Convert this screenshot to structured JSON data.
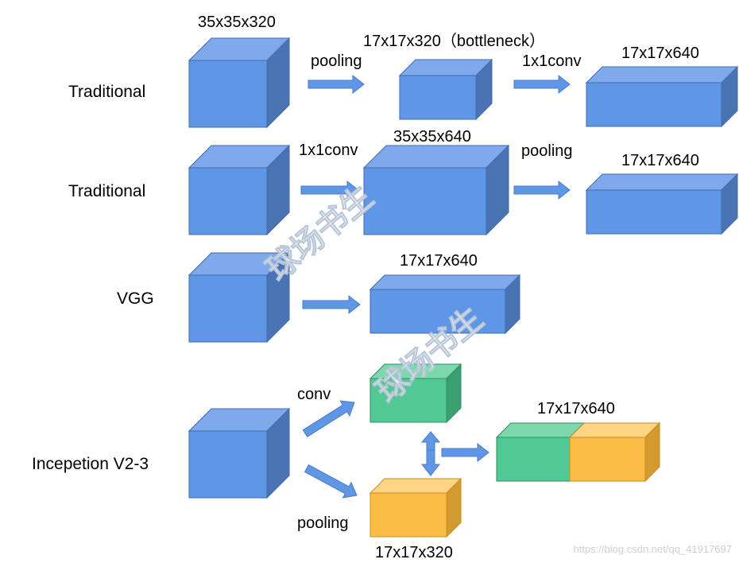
{
  "rows": [
    {
      "label": "Traditional"
    },
    {
      "label": "Traditional"
    },
    {
      "label": "VGG"
    },
    {
      "label": "Incepetion V2-3"
    }
  ],
  "labels": {
    "r1_input": "35x35x320",
    "r1_pool": "pooling",
    "r1_bottleneck": "17x17x320（bottleneck）",
    "r1_conv": "1x1conv",
    "r1_out": "17x17x640",
    "r2_conv": "1x1conv",
    "r2_mid": "35x35x640",
    "r2_pool": "pooling",
    "r2_out": "17x17x640",
    "r3_out": "17x17x640",
    "r4_conv": "conv",
    "r4_pool": "pooling",
    "r4_out": "17x17x640",
    "r4_pool_out": "17x17x320"
  },
  "watermark": "球场书生",
  "credit": "https://blog.csdn.net/qq_41917697",
  "colors": {
    "blue_front": "#5f96e6",
    "blue_top": "#7fa9ea",
    "blue_side": "#4a73b4",
    "blue_stroke": "#3f6cb3",
    "green_front": "#52c995",
    "green_top": "#7ed8ae",
    "green_side": "#3aa06f",
    "green_stroke": "#2f8f60",
    "orange_front": "#fbbd46",
    "orange_top": "#fdd585",
    "orange_side": "#d39a30",
    "orange_stroke": "#c98d1f",
    "arrow": "#5f96e6",
    "arrow_stroke": "#4a7cc9"
  }
}
